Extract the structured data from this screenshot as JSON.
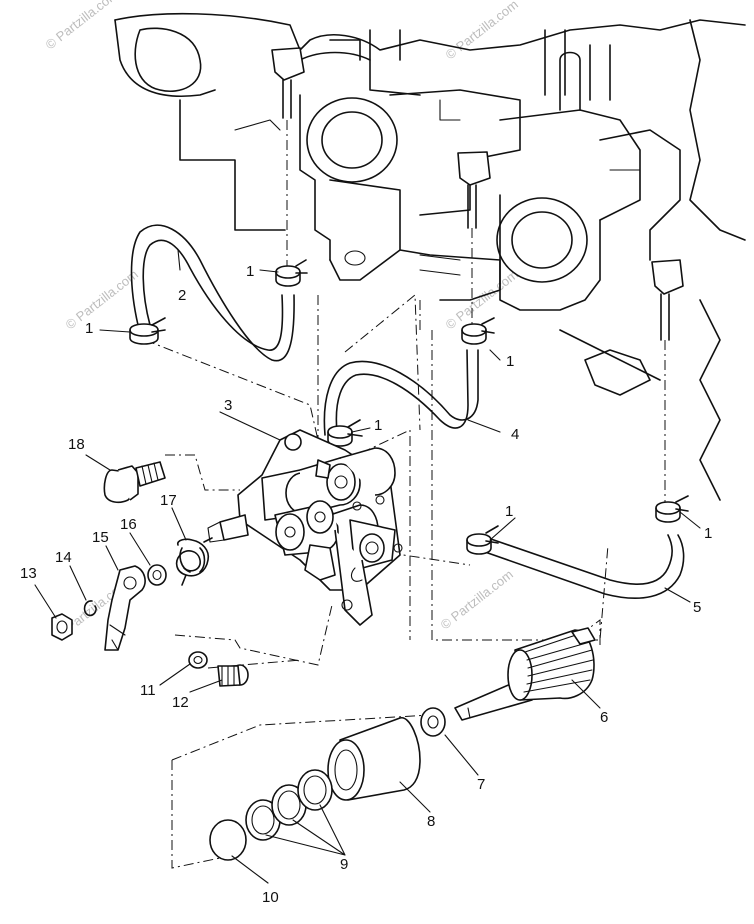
{
  "watermarks": [
    "© Partzilla.com",
    "© Partzilla.com",
    "© Partzilla.com",
    "© Partzilla.com",
    "© Partzilla.com",
    "© Partzilla.com"
  ],
  "callouts": {
    "c1a": "1",
    "c1b": "1",
    "c1c": "1",
    "c1d": "1",
    "c1e": "1",
    "c1f": "1",
    "c2": "2",
    "c3": "3",
    "c4": "4",
    "c5": "5",
    "c6": "6",
    "c7": "7",
    "c8": "8",
    "c9": "9",
    "c10": "10",
    "c11": "11",
    "c12": "12",
    "c13": "13",
    "c14": "14",
    "c15": "15",
    "c16": "16",
    "c17": "17",
    "c18": "18"
  }
}
